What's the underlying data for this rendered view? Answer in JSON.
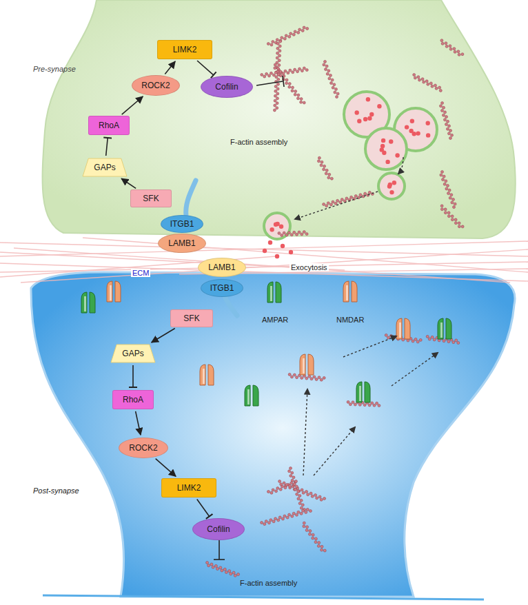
{
  "diagram": {
    "nodes": [
      {
        "text": [
          "LIMK2"
        ]
      },
      {
        "text": [
          "ROCK2"
        ]
      },
      {
        "text": [
          "Cofilin"
        ]
      },
      {
        "text": [
          "RhoA"
        ]
      },
      {
        "text": [
          "GAPs"
        ]
      },
      {
        "text": [
          "SFK"
        ]
      },
      {
        "text": [
          "ITGB1"
        ]
      },
      {
        "text": [
          "LAMB1"
        ]
      },
      {
        "text": [
          "LAMB1"
        ]
      },
      {
        "text": [
          "ITGB1"
        ]
      },
      {
        "text": [
          "SFK"
        ]
      },
      {
        "text": [
          "GAPs"
        ]
      },
      {
        "text": [
          "RhoA"
        ]
      },
      {
        "text": [
          "ROCK2"
        ]
      },
      {
        "text": [
          "LIMK2"
        ]
      },
      {
        "text": [
          "Cofilin"
        ]
      }
    ],
    "edges": [
      {
        "from": 5,
        "to": 4,
        "arrow": "to"
      },
      {
        "from": 4,
        "to": 3,
        "arrow": "to"
      },
      {
        "from": 3,
        "to": 1,
        "arrow": "to"
      },
      {
        "from": 1,
        "to": 0,
        "arrow": "to"
      },
      {
        "from": 0,
        "to": 2,
        "arrow": "to"
      },
      {
        "from": 10,
        "to": 11,
        "arrow": "to"
      },
      {
        "from": 11,
        "to": 12,
        "arrow": "to"
      },
      {
        "from": 12,
        "to": 13,
        "arrow": "to"
      },
      {
        "from": 13,
        "to": 14,
        "arrow": "to"
      },
      {
        "from": 14,
        "to": 15,
        "arrow": "to"
      }
    ],
    "labels": [
      "Pre-synapse",
      "F-actin assembly",
      "Exocytosis",
      "ECM",
      "AMPAR",
      "NMDAR",
      "Post-synapse",
      "F-actin assembly"
    ]
  }
}
